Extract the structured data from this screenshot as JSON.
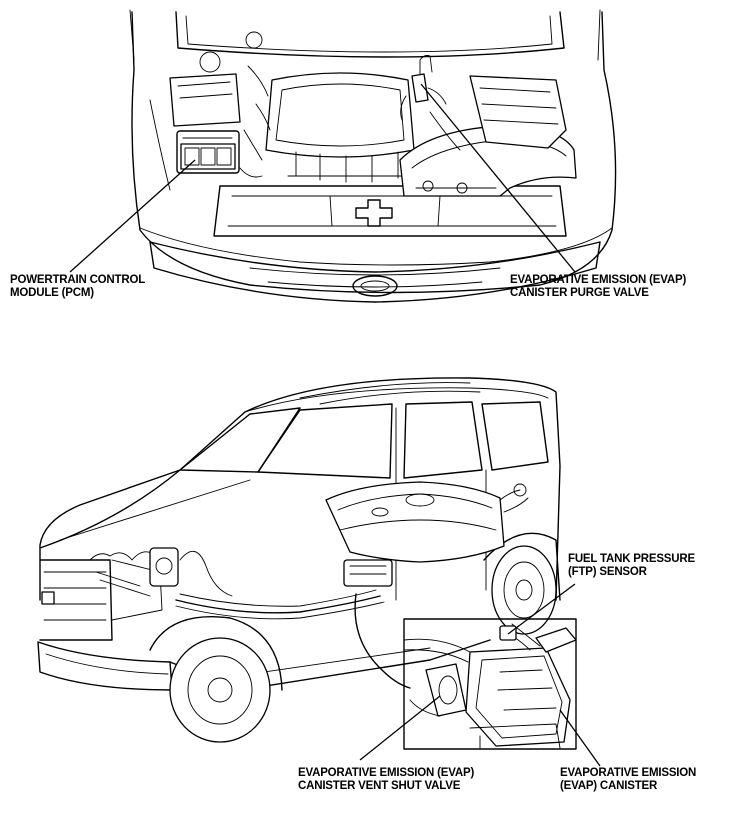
{
  "callouts": {
    "pcm": {
      "line1": "POWERTRAIN CONTROL",
      "line2": "MODULE (PCM)"
    },
    "purge_valve": {
      "line1": "EVAPORATIVE EMISSION (EVAP)",
      "line2": "CANISTER PURGE VALVE"
    },
    "ftp_sensor": {
      "line1": "FUEL TANK PRESSURE",
      "line2": "(FTP) SENSOR"
    },
    "vent_shut_valve": {
      "line1": "EVAPORATIVE EMISSION (EVAP)",
      "line2": "CANISTER VENT SHUT VALVE"
    },
    "evap_canister": {
      "line1": "EVAPORATIVE EMISSION",
      "line2": "(EVAP) CANISTER"
    }
  }
}
